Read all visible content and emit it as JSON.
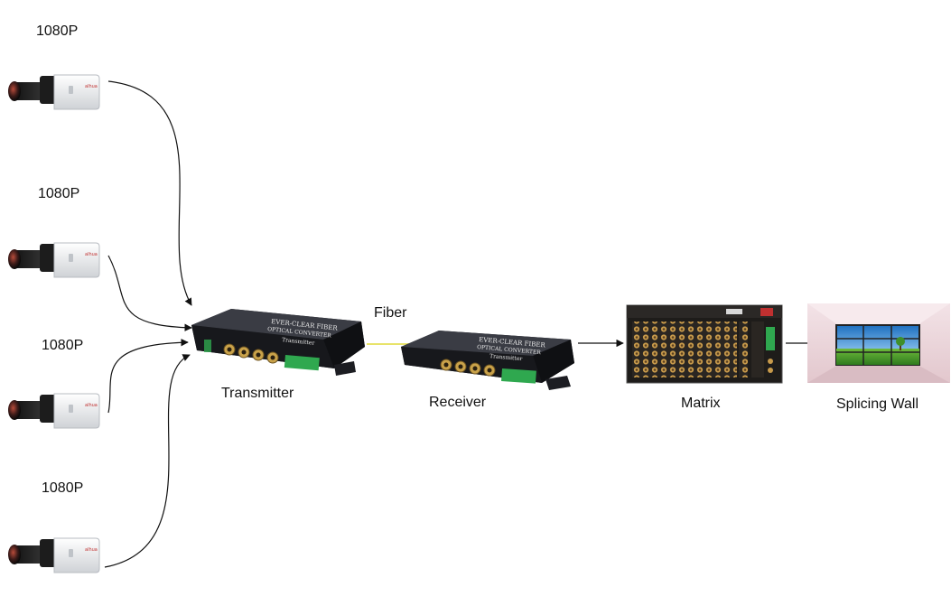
{
  "cameras": [
    {
      "label": "1080P"
    },
    {
      "label": "1080P"
    },
    {
      "label": "1080P"
    },
    {
      "label": "1080P"
    }
  ],
  "fiber_label": "Fiber",
  "devices": {
    "transmitter": {
      "label": "Transmitter",
      "panel_text": "Transmitter"
    },
    "receiver": {
      "label": "Receiver",
      "panel_text": "Transmitter"
    },
    "matrix": {
      "label": "Matrix"
    },
    "wall": {
      "label": "Splicing Wall"
    }
  },
  "colors": {
    "fiber": "#e8e36a",
    "device_body": "#1c1d22",
    "bnc": "#c9a24a",
    "terminal": "#2fa84f"
  }
}
